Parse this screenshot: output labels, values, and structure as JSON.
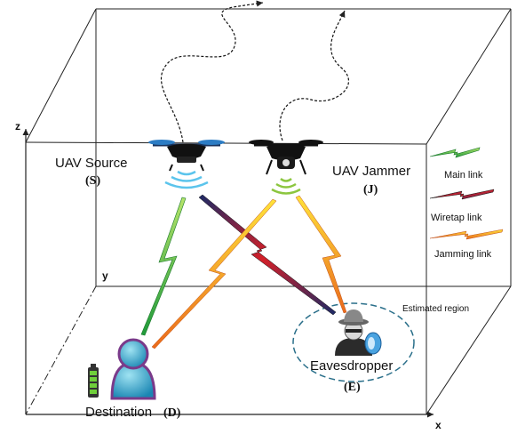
{
  "axes": {
    "x": "x",
    "y": "y",
    "z": "z"
  },
  "source": {
    "name": "UAV Source",
    "symbol": "(S)"
  },
  "jammer": {
    "name": "UAV Jammer",
    "symbol": "(J)"
  },
  "destination": {
    "name": "Destination",
    "symbol": "(D)"
  },
  "eavesdropper": {
    "name": "Eavesdropper",
    "symbol": "(E)"
  },
  "region_label": "Estimated region",
  "legend": [
    {
      "label": "Main link",
      "color": "#3db54a"
    },
    {
      "label": "Wiretap link",
      "color": "#d32029"
    },
    {
      "label": "Jamming link",
      "color": "#f3a81d"
    }
  ]
}
